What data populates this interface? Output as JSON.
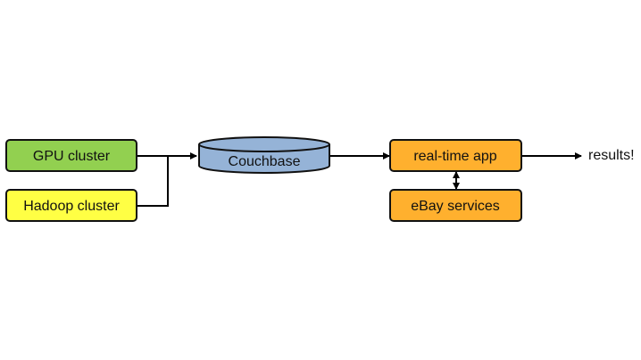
{
  "nodes": {
    "gpu_cluster": {
      "label": "GPU cluster",
      "color": "#92D050"
    },
    "hadoop_cluster": {
      "label": "Hadoop cluster",
      "color": "#FFFF44"
    },
    "couchbase": {
      "label": "Couchbase",
      "color": "#95B3D7",
      "shape": "cylinder"
    },
    "realtime_app": {
      "label": "real-time app",
      "color": "#FFB02E"
    },
    "ebay_services": {
      "label": "eBay services",
      "color": "#FFB02E"
    }
  },
  "output": {
    "label": "results!"
  },
  "edges": [
    {
      "from": "gpu_cluster",
      "to": "couchbase"
    },
    {
      "from": "hadoop_cluster",
      "to": "couchbase"
    },
    {
      "from": "couchbase",
      "to": "realtime_app"
    },
    {
      "from": "realtime_app",
      "to": "ebay_services",
      "bidirectional": true
    },
    {
      "from": "realtime_app",
      "to": "output"
    }
  ]
}
